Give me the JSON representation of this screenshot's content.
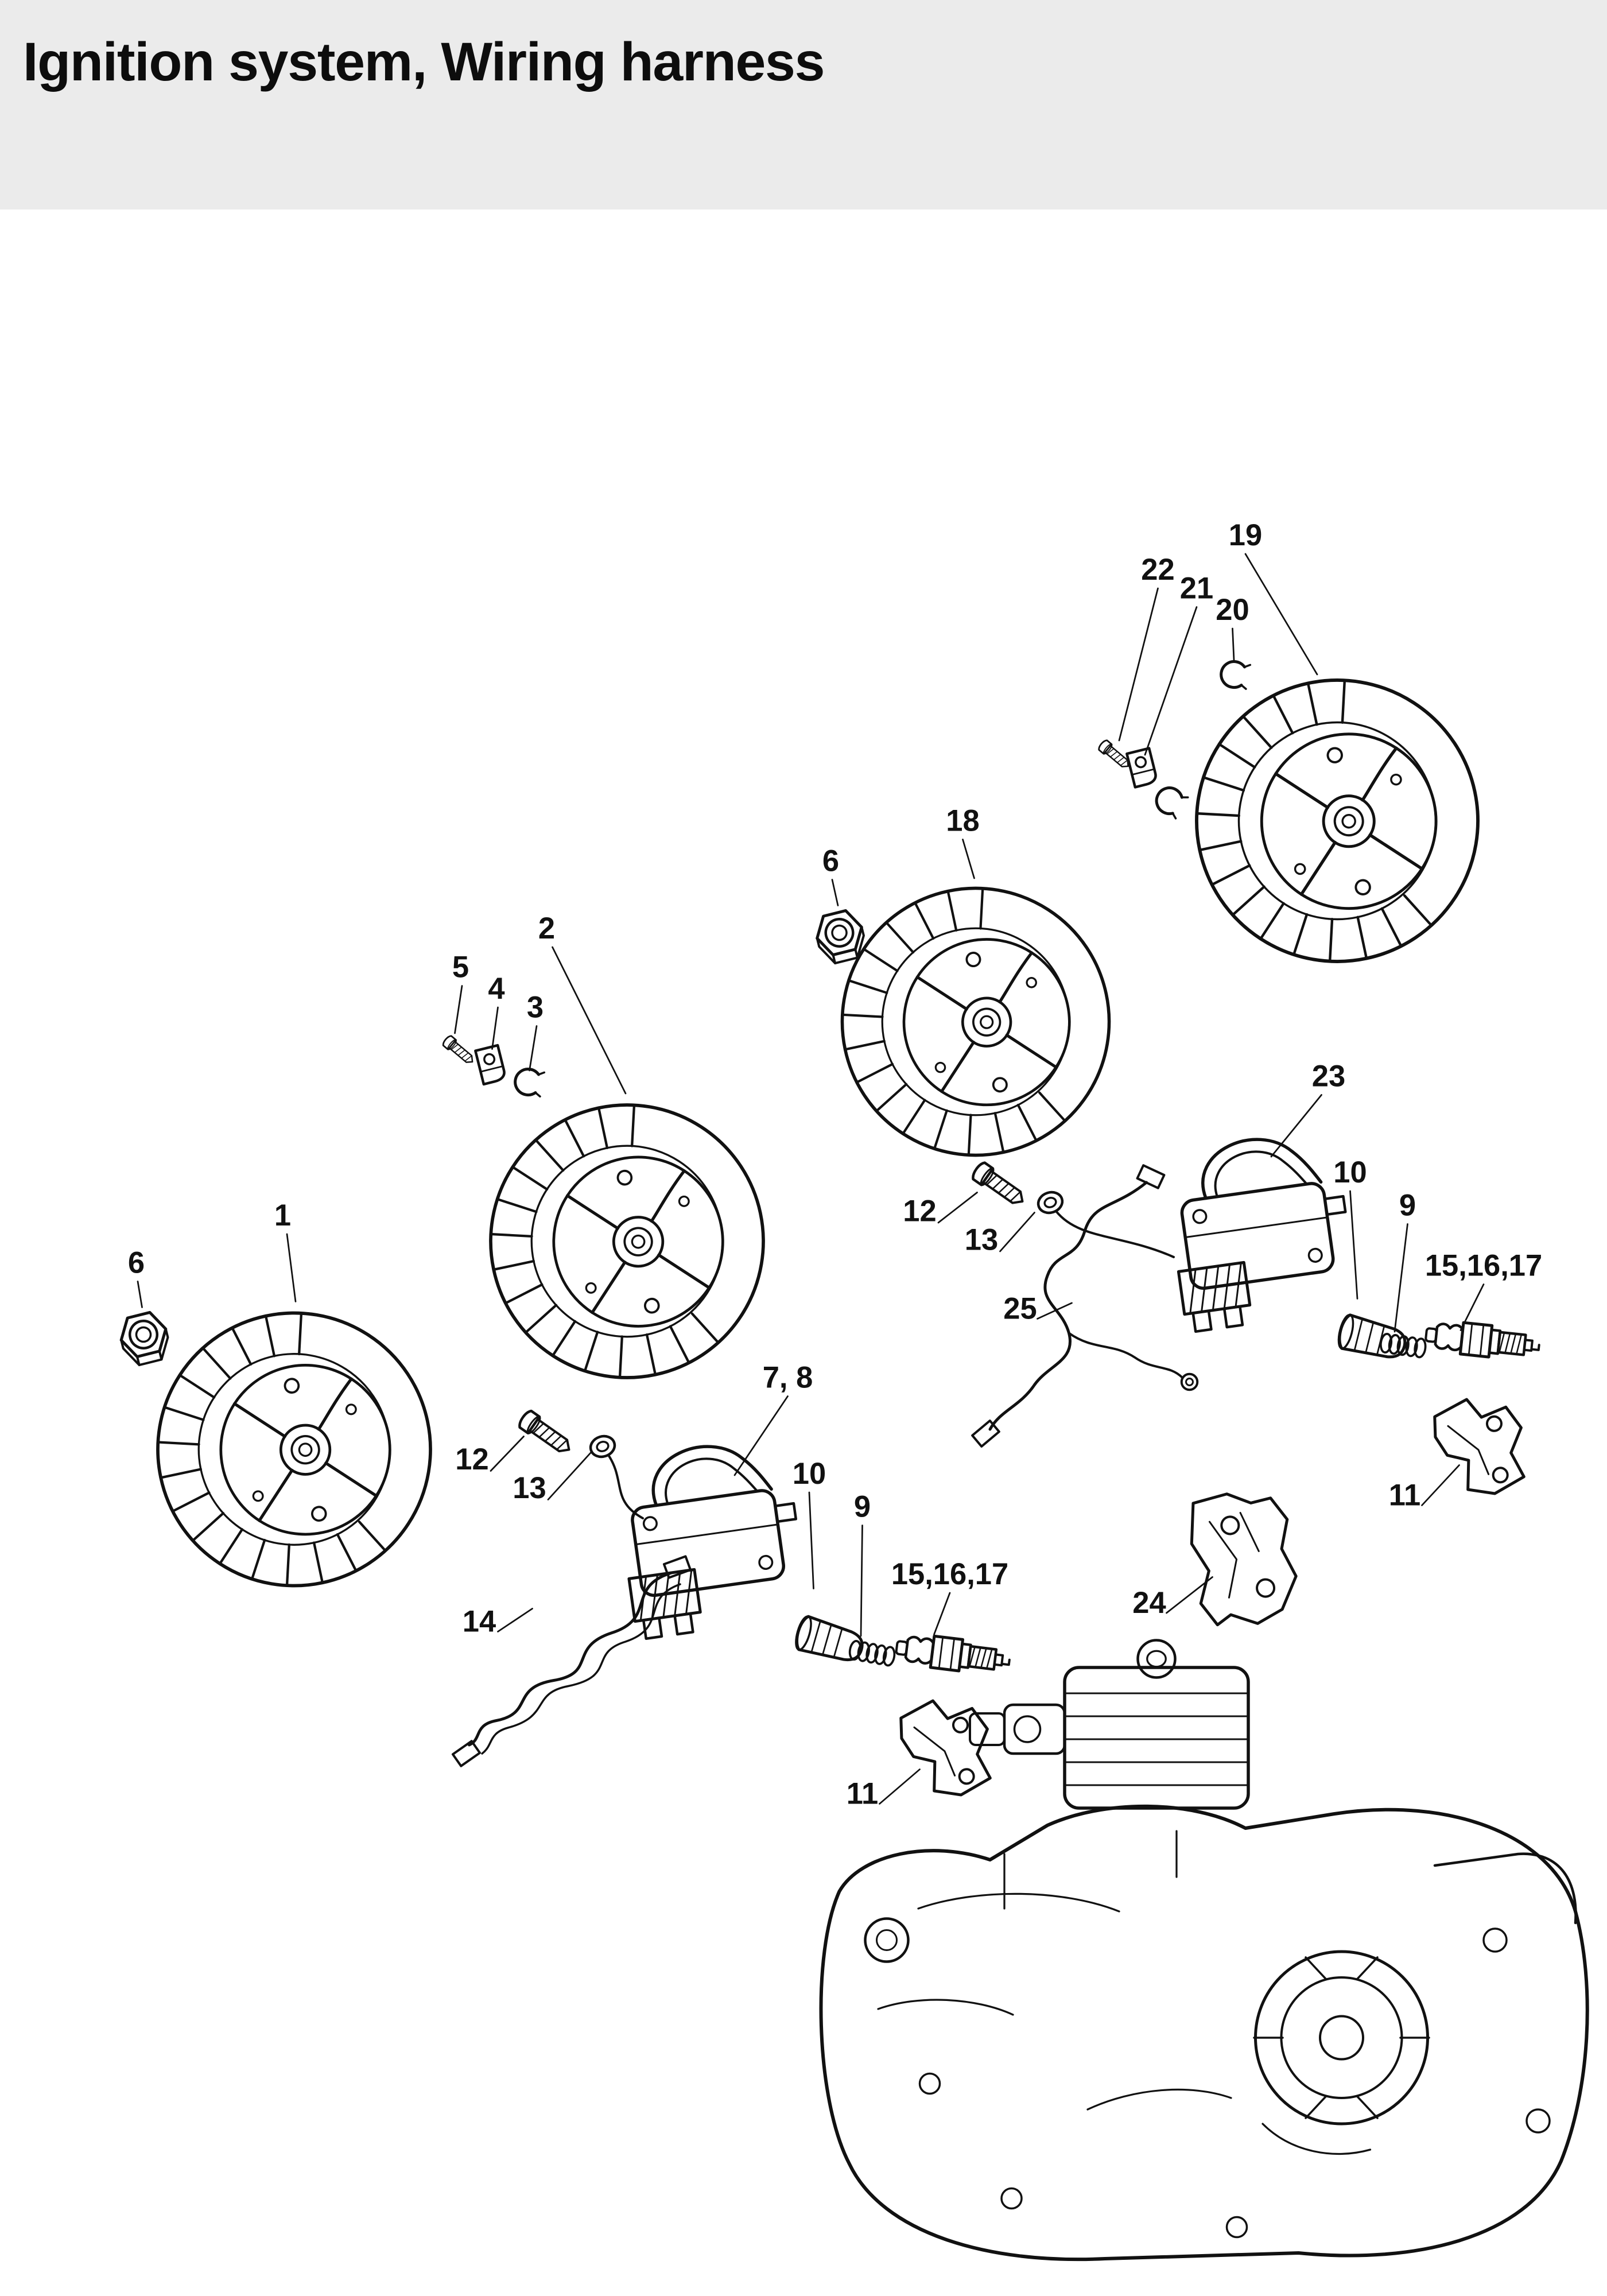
{
  "page": {
    "title": "Ignition system, Wiring harness",
    "background_color": "#ffffff",
    "header_band_color": "#ebebeb",
    "line_color": "#111111"
  },
  "diagram": {
    "type": "exploded-parts-diagram",
    "callouts": [
      {
        "label": "19"
      },
      {
        "label": "22"
      },
      {
        "label": "21"
      },
      {
        "label": "20"
      },
      {
        "label": "18"
      },
      {
        "label": "6"
      },
      {
        "label": "2"
      },
      {
        "label": "5"
      },
      {
        "label": "4"
      },
      {
        "label": "3"
      },
      {
        "label": "23"
      },
      {
        "label": "10"
      },
      {
        "label": "9"
      },
      {
        "label": "15,16,17"
      },
      {
        "label": "12"
      },
      {
        "label": "13"
      },
      {
        "label": "25"
      },
      {
        "label": "1"
      },
      {
        "label": "6"
      },
      {
        "label": "7, 8"
      },
      {
        "label": "10"
      },
      {
        "label": "9"
      },
      {
        "label": "12"
      },
      {
        "label": "13"
      },
      {
        "label": "14"
      },
      {
        "label": "15,16,17"
      },
      {
        "label": "11"
      },
      {
        "label": "24"
      },
      {
        "label": "11"
      }
    ]
  }
}
